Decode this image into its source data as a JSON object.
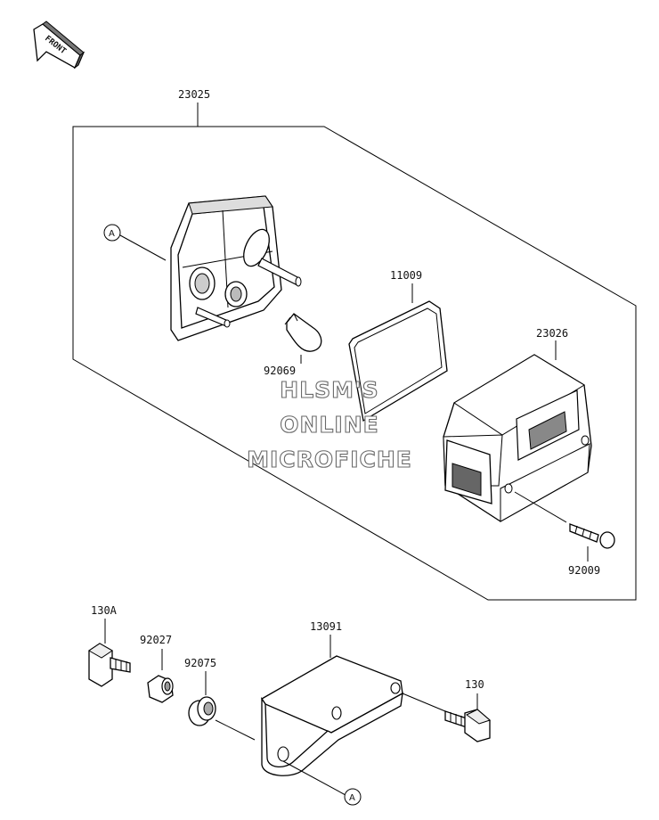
{
  "front_badge": {
    "label": "FRONT"
  },
  "watermark": {
    "line1": "HLSM'S",
    "line2": "ONLINE",
    "line3": "MICROFICHE"
  },
  "callouts": {
    "assembly": "23025",
    "gasket": "11009",
    "lens_cover": "23026",
    "bulb": "92069",
    "screw": "92009",
    "bolt_130a": "130A",
    "collar": "92027",
    "grommet": "92075",
    "bracket": "13091",
    "bolt_130": "130"
  },
  "reference_marks": {
    "top": "A",
    "bottom": "A"
  }
}
